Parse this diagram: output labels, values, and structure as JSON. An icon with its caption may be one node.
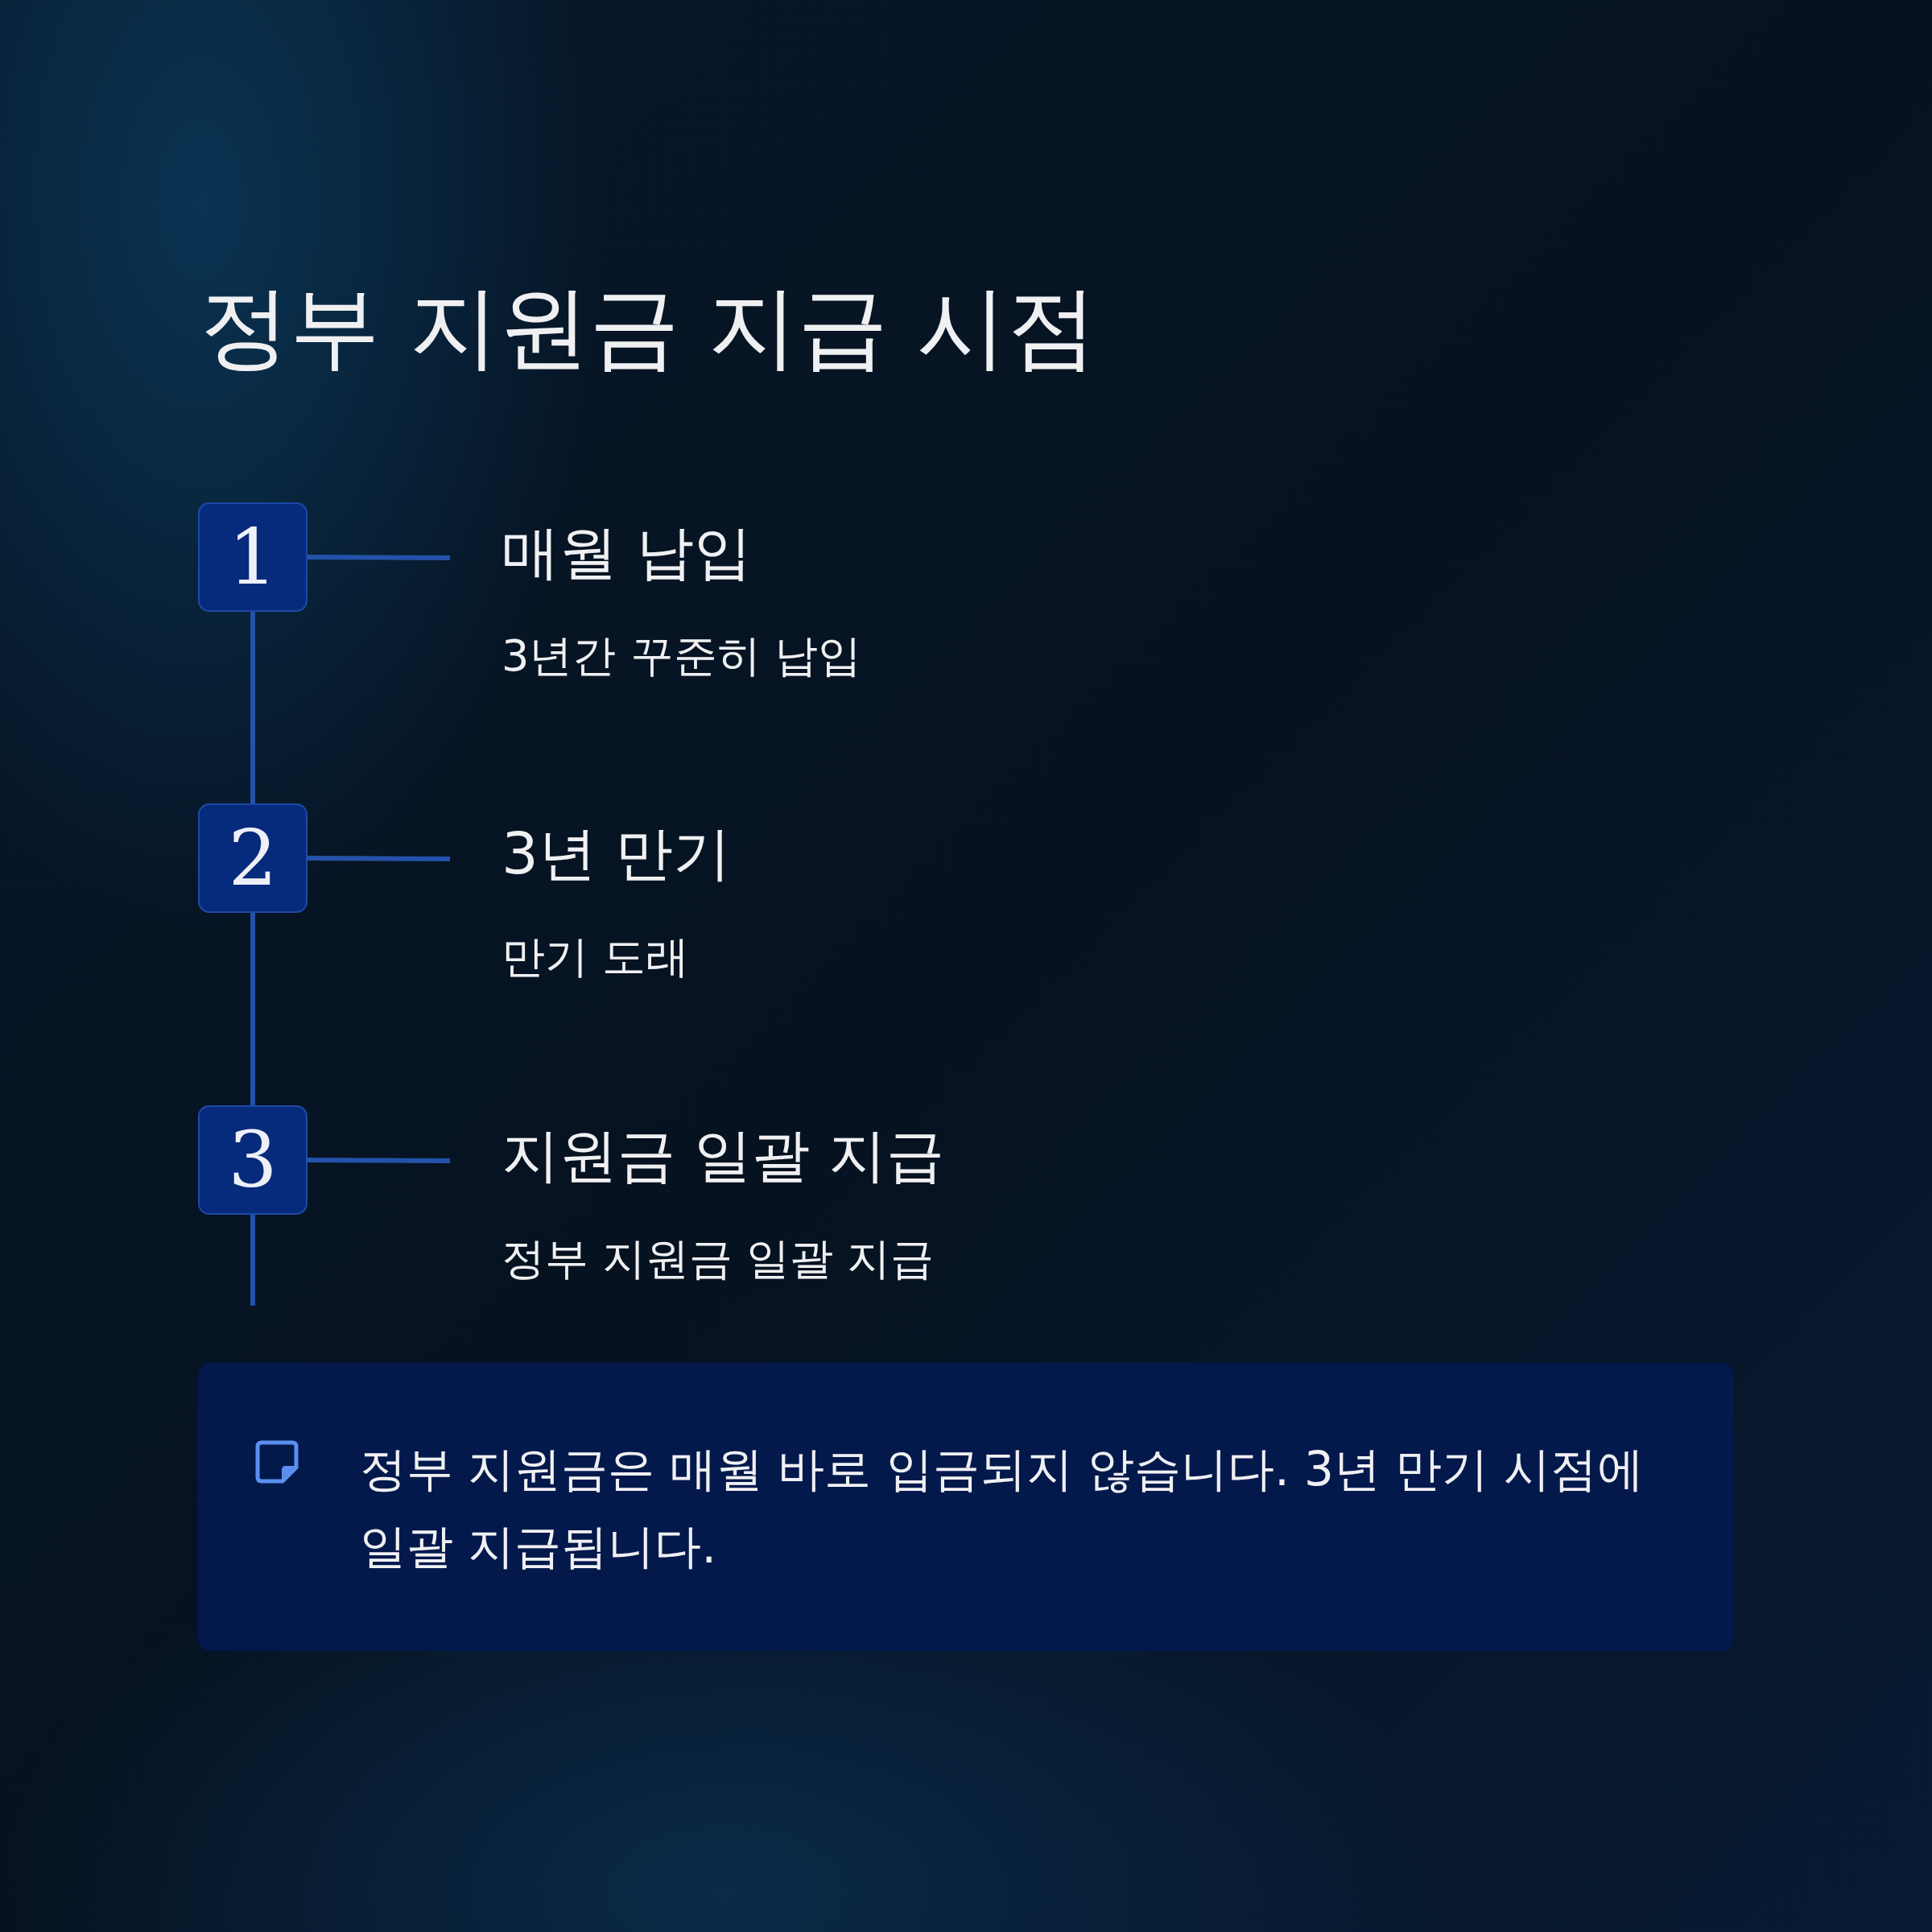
{
  "diagram": {
    "title": "정부 지원금 지급 시점",
    "nodes": [
      {
        "text": [
          "1"
        ]
      },
      {
        "text": [
          "매월 납입",
          "3년간 꾸준히 납입"
        ]
      },
      {
        "text": [
          "2"
        ]
      },
      {
        "text": [
          "3년 만기",
          "만기 도래"
        ]
      },
      {
        "text": [
          "3"
        ]
      },
      {
        "text": [
          "지원금 일괄 지급",
          "정부 지원금 일괄 지급"
        ]
      },
      {
        "text": [
          "정부 지원금은 매월 바로 입금되지 않습니다. 3년 만기 시점에 일괄 지급됩니다."
        ]
      }
    ],
    "edges": [
      {
        "from": 0,
        "to": 1,
        "arrow": "none"
      },
      {
        "from": 2,
        "to": 3,
        "arrow": "none"
      },
      {
        "from": 4,
        "to": 5,
        "arrow": "none"
      },
      {
        "from": 0,
        "to": 2,
        "arrow": "none"
      },
      {
        "from": 2,
        "to": 4,
        "arrow": "none"
      },
      {
        "from": 4,
        "to": null,
        "arrow": "none"
      }
    ]
  }
}
